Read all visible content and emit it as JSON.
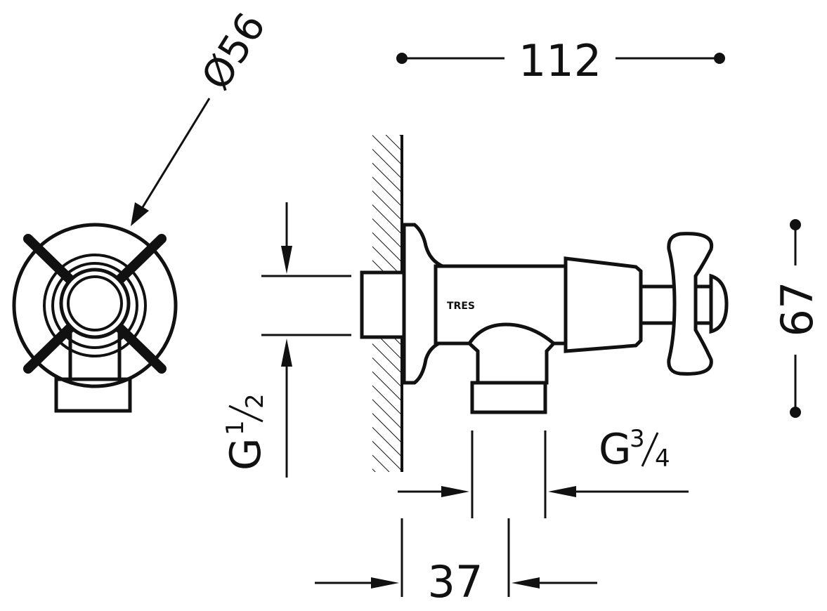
{
  "dimensions": {
    "handle_diameter": "Ø56",
    "overall_length": "112",
    "overall_height": "67",
    "inlet_offset": "37",
    "inlet_thread": {
      "prefix": "G",
      "numerator": "1",
      "denominator": "2"
    },
    "outlet_thread": {
      "prefix": "G",
      "numerator": "3",
      "denominator": "4"
    }
  },
  "brand": "TRES",
  "colors": {
    "ink": "#111111",
    "paper": "#ffffff"
  }
}
